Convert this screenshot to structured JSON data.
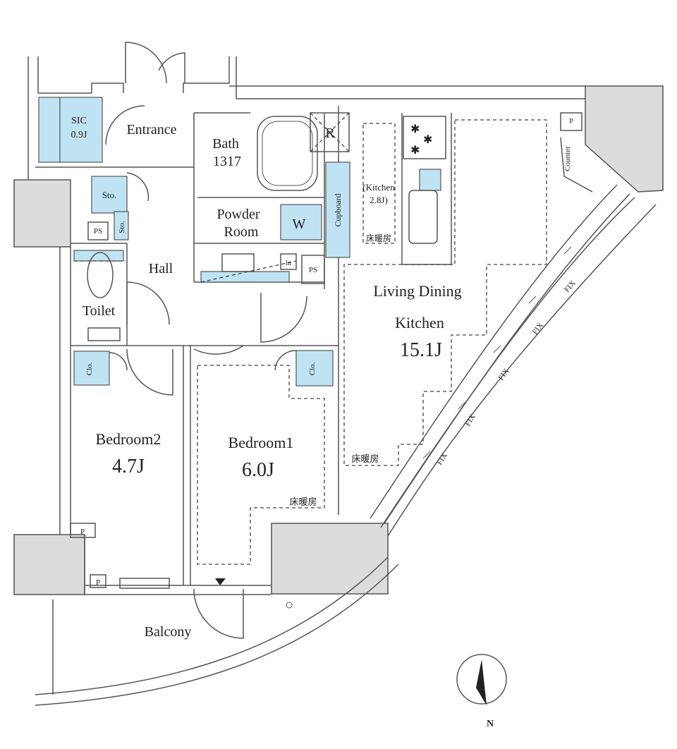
{
  "rooms": {
    "sic": {
      "name": "SIC",
      "size": "0.9J"
    },
    "entrance": {
      "name": "Entrance"
    },
    "bath": {
      "name": "Bath",
      "size": "1317"
    },
    "kitchen": {
      "name": "(Kitchen",
      "size": "2.8J)"
    },
    "powder_room": {
      "line1": "Powder",
      "line2": "Room"
    },
    "hall": {
      "name": "Hall"
    },
    "toilet": {
      "name": "Toilet"
    },
    "ldk": {
      "line1": "Living Dining",
      "line2": "Kitchen",
      "size": "15.1J"
    },
    "bedroom2": {
      "name": "Bedroom2",
      "size": "4.7J"
    },
    "bedroom1": {
      "name": "Bedroom1",
      "size": "6.0J"
    },
    "balcony": {
      "name": "Balcony"
    }
  },
  "labels": {
    "sto": "Sto.",
    "clo": "Clo.",
    "ps": "PS",
    "p": "P",
    "r": "R",
    "w": "W",
    "ln": "ln",
    "cupboard": "Cupboard",
    "counter": "Counter",
    "floor_heating": "床暖房",
    "fix": "FIX",
    "north": "N"
  },
  "colors": {
    "storage_fill": "#bfe3f2",
    "wall_fill": "#dcdcdc"
  }
}
